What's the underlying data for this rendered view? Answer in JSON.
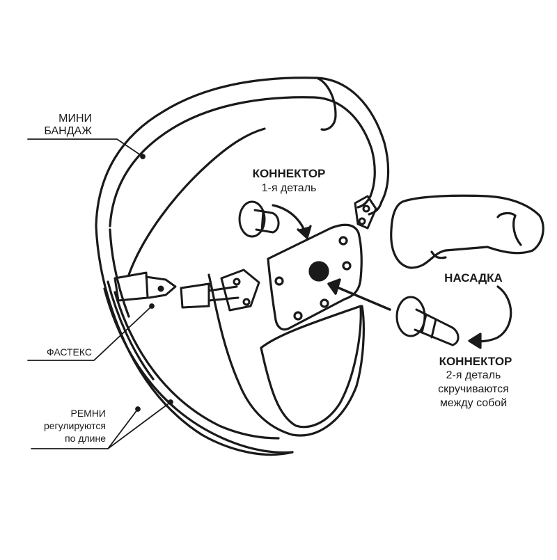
{
  "labels": {
    "mini_line1": "МИНИ",
    "mini_line2": "БАНДАЖ",
    "connector1_title": "КОННЕКТОР",
    "connector1_sub": "1-я деталь",
    "attachment": "НАСАДКА",
    "connector2_title": "КОННЕКТОР",
    "connector2_sub1": "2-я деталь",
    "connector2_sub2": "скручиваются",
    "connector2_sub3": "между собой",
    "fastex": "ФАСТЕКС",
    "straps_line1": "РЕМНИ",
    "straps_line2": "регулируются",
    "straps_line3": "по длине"
  },
  "colors": {
    "ink": "#1a1a1a",
    "background": "#ffffff"
  }
}
